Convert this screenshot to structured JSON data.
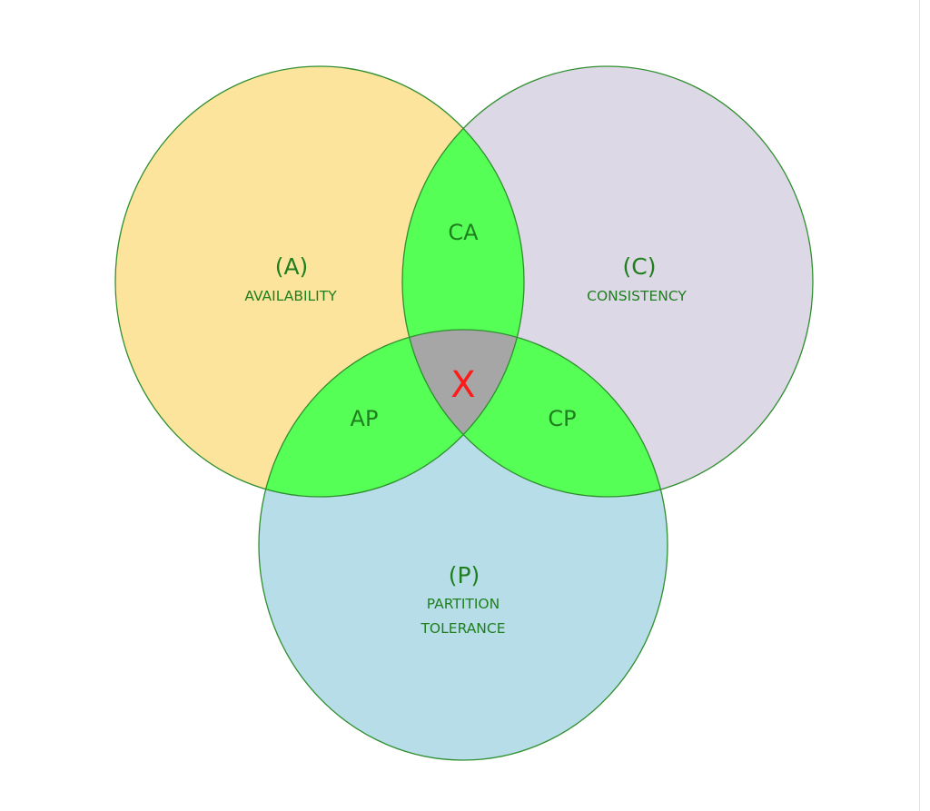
{
  "colors": {
    "availability": "#fde49d",
    "consistency": "#ddd8e6",
    "partition": "#b7dde8",
    "pair_overlap": "#55ff55",
    "triple_overlap": "#a6a6a6",
    "outline": "#2f8f2f",
    "label_text": "#1f7f1f",
    "x_mark": "#ff1a1a"
  },
  "sets": {
    "a": {
      "letter": "(A)",
      "name": "AVAILABILITY"
    },
    "c": {
      "letter": "(C)",
      "name": "CONSISTENCY"
    },
    "p": {
      "letter": "(P)",
      "name_line1": "PARTITION",
      "name_line2": "TOLERANCE"
    }
  },
  "overlaps": {
    "ca": "CA",
    "ap": "AP",
    "cp": "CP",
    "all": "X"
  }
}
